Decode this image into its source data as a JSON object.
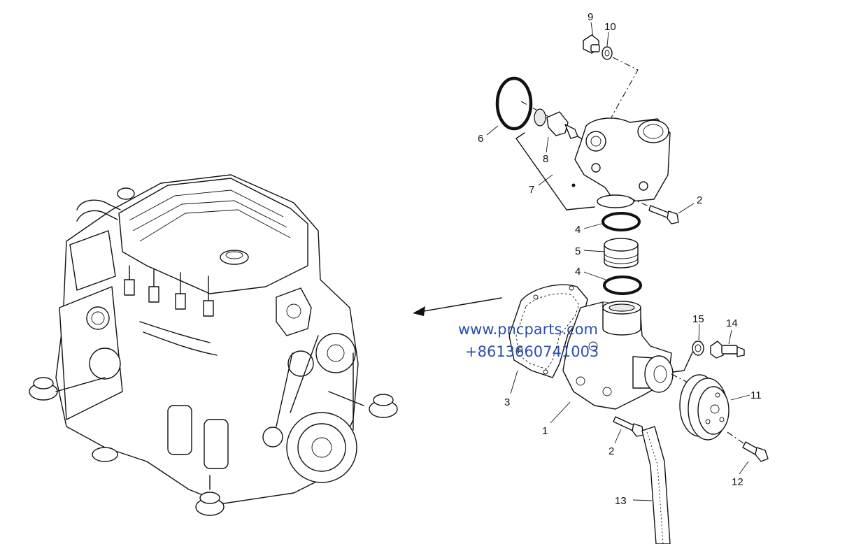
{
  "watermark": {
    "line1": "www.pncparts.com",
    "line2": "+8613660741003",
    "color": "#2a4fb0"
  },
  "callouts": {
    "c1": "1",
    "c2a": "2",
    "c2b": "2",
    "c3": "3",
    "c4a": "4",
    "c4b": "4",
    "c5": "5",
    "c6": "6",
    "c7": "7",
    "c8": "8",
    "c9": "9",
    "c10": "10",
    "c11": "11",
    "c12": "12",
    "c13": "13",
    "c14": "14",
    "c15": "15"
  }
}
